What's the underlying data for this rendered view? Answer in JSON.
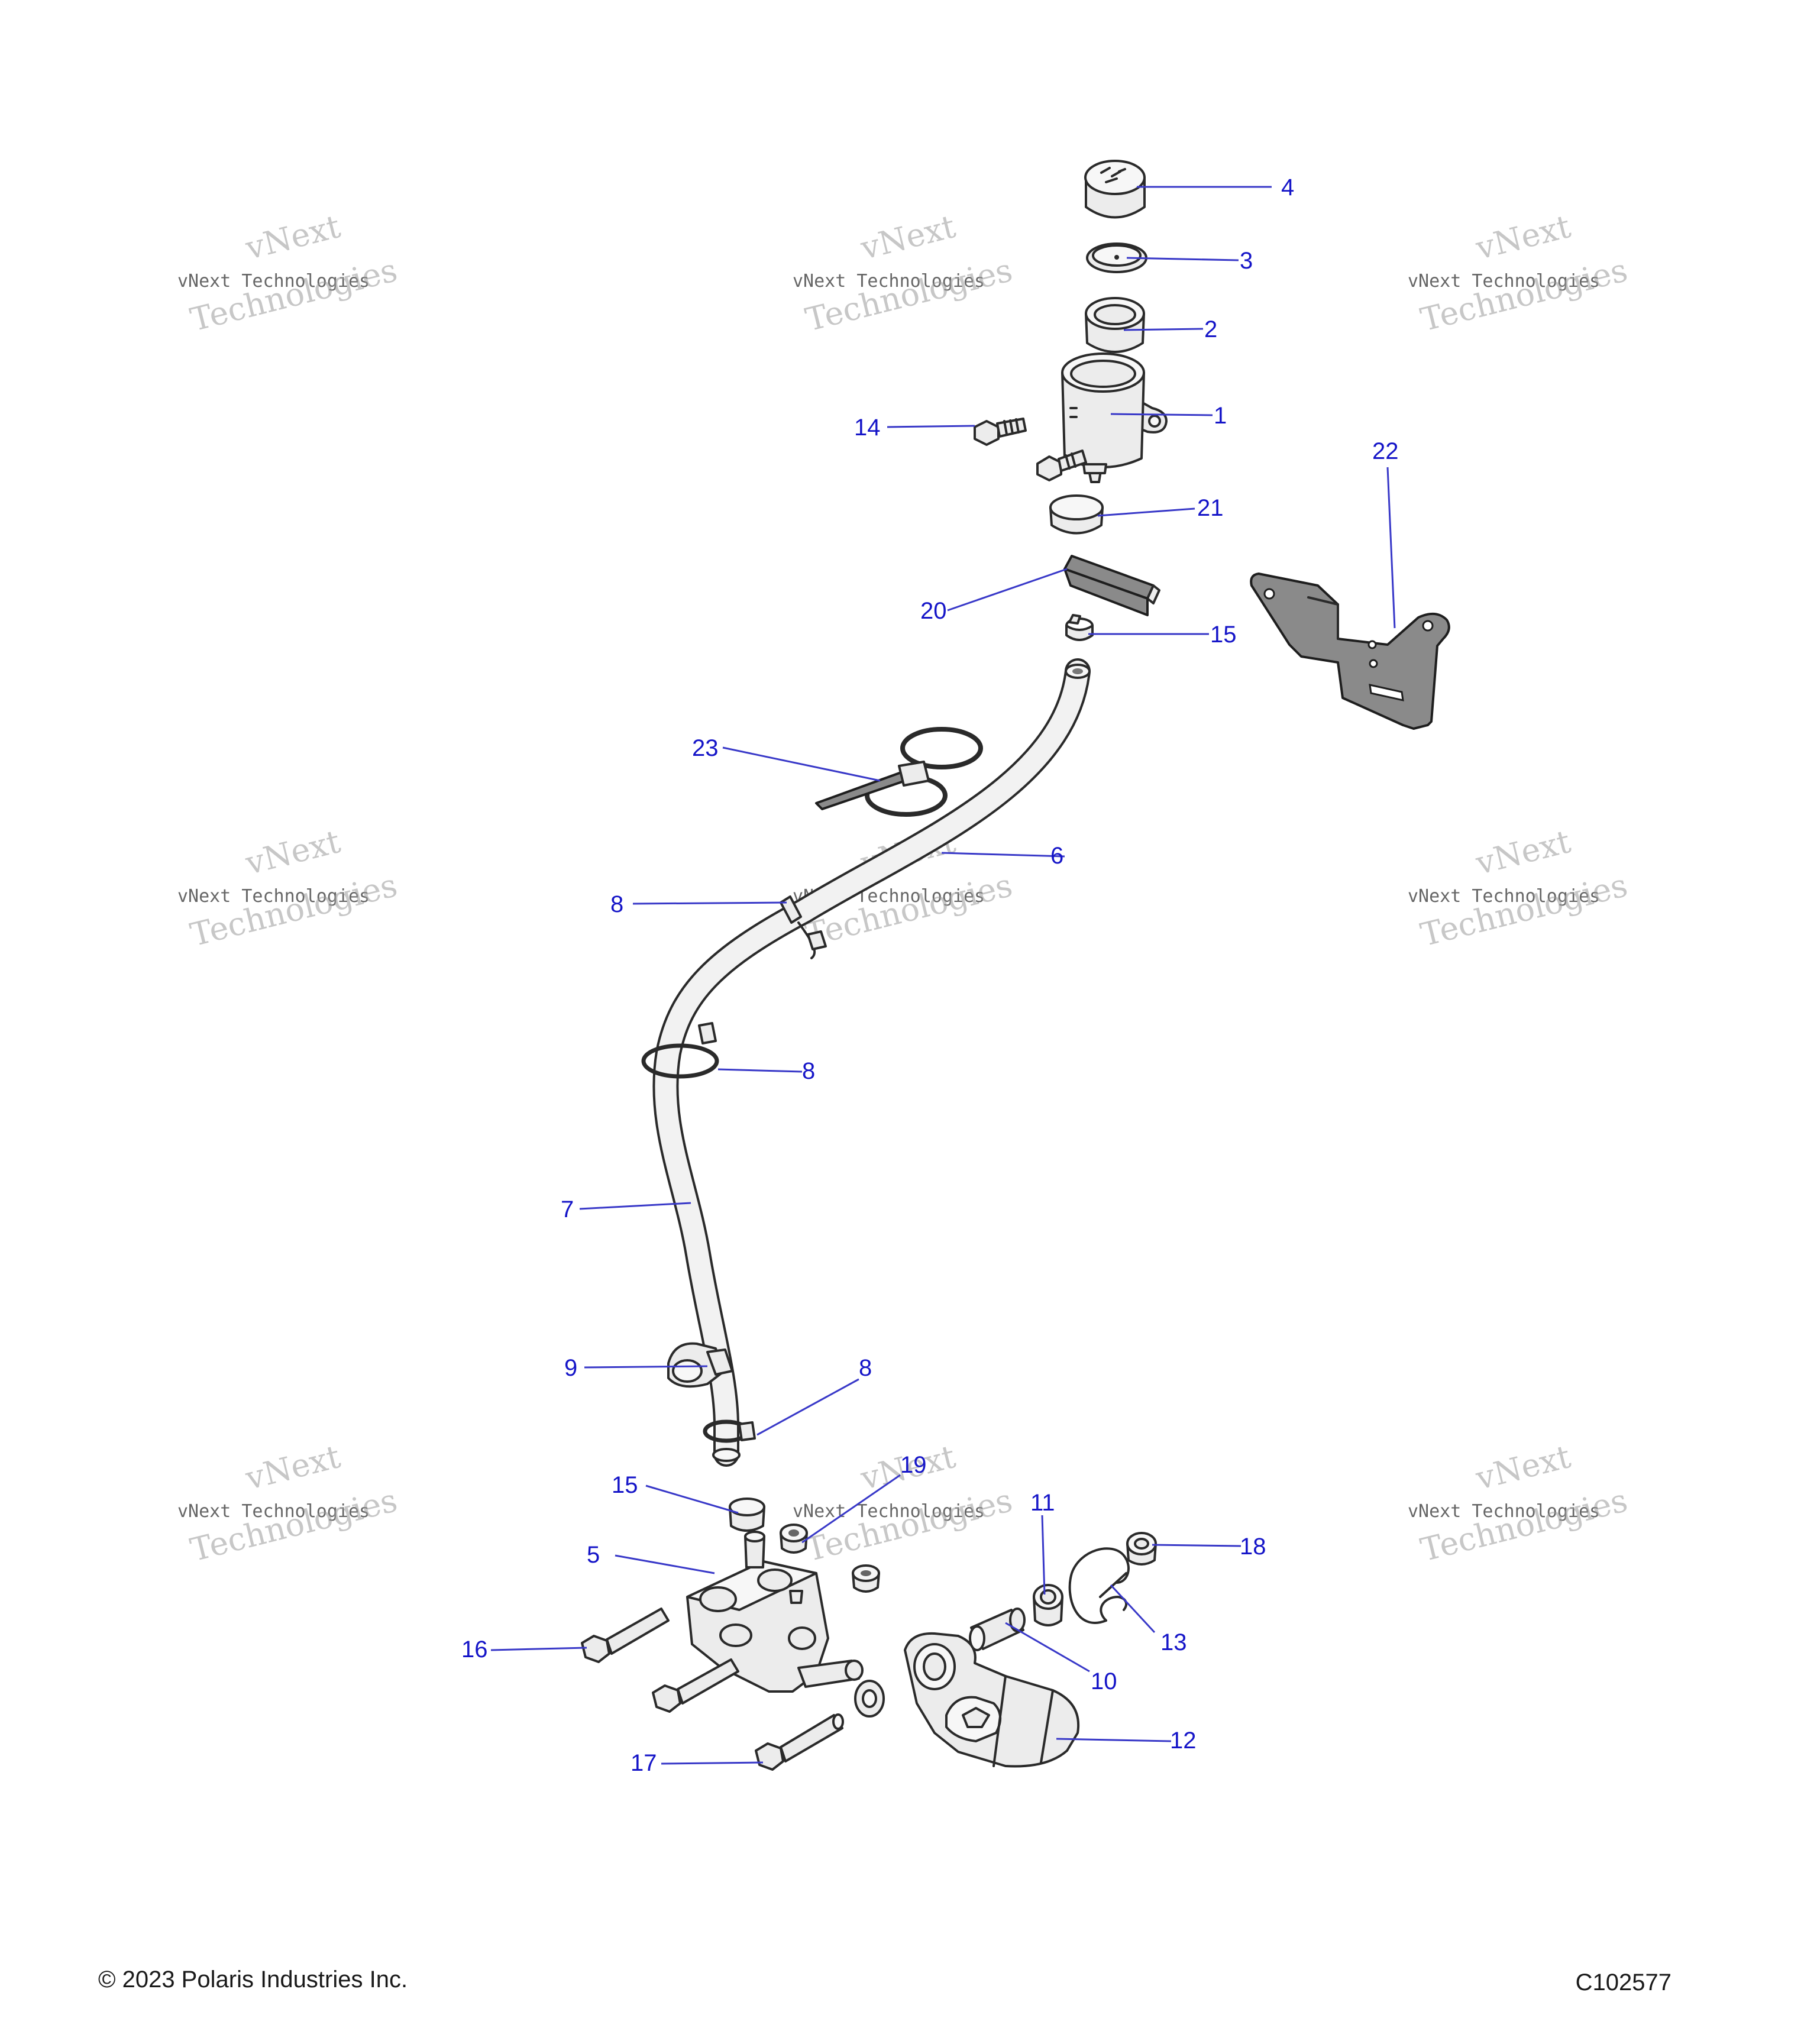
{
  "diagram": {
    "callouts": [
      {
        "id": "c4",
        "label": "4"
      },
      {
        "id": "c3",
        "label": "3"
      },
      {
        "id": "c2",
        "label": "2"
      },
      {
        "id": "c1",
        "label": "1"
      },
      {
        "id": "c14",
        "label": "14"
      },
      {
        "id": "c21",
        "label": "21"
      },
      {
        "id": "c22",
        "label": "22"
      },
      {
        "id": "c20",
        "label": "20"
      },
      {
        "id": "c15a",
        "label": "15"
      },
      {
        "id": "c23",
        "label": "23"
      },
      {
        "id": "c6",
        "label": "6"
      },
      {
        "id": "c8a",
        "label": "8"
      },
      {
        "id": "c8b",
        "label": "8"
      },
      {
        "id": "c7",
        "label": "7"
      },
      {
        "id": "c9",
        "label": "9"
      },
      {
        "id": "c8c",
        "label": "8"
      },
      {
        "id": "c19",
        "label": "19"
      },
      {
        "id": "c15b",
        "label": "15"
      },
      {
        "id": "c11",
        "label": "11"
      },
      {
        "id": "c18",
        "label": "18"
      },
      {
        "id": "c5",
        "label": "5"
      },
      {
        "id": "c13",
        "label": "13"
      },
      {
        "id": "c16",
        "label": "16"
      },
      {
        "id": "c10",
        "label": "10"
      },
      {
        "id": "c12",
        "label": "12"
      },
      {
        "id": "c17",
        "label": "17"
      }
    ],
    "watermark": {
      "line1": "vNext",
      "line2": "vNext Technologies",
      "line3": "Technologies"
    }
  },
  "footer": {
    "copyright": "© 2023 Polaris Industries Inc.",
    "figure_code": "C102577"
  }
}
